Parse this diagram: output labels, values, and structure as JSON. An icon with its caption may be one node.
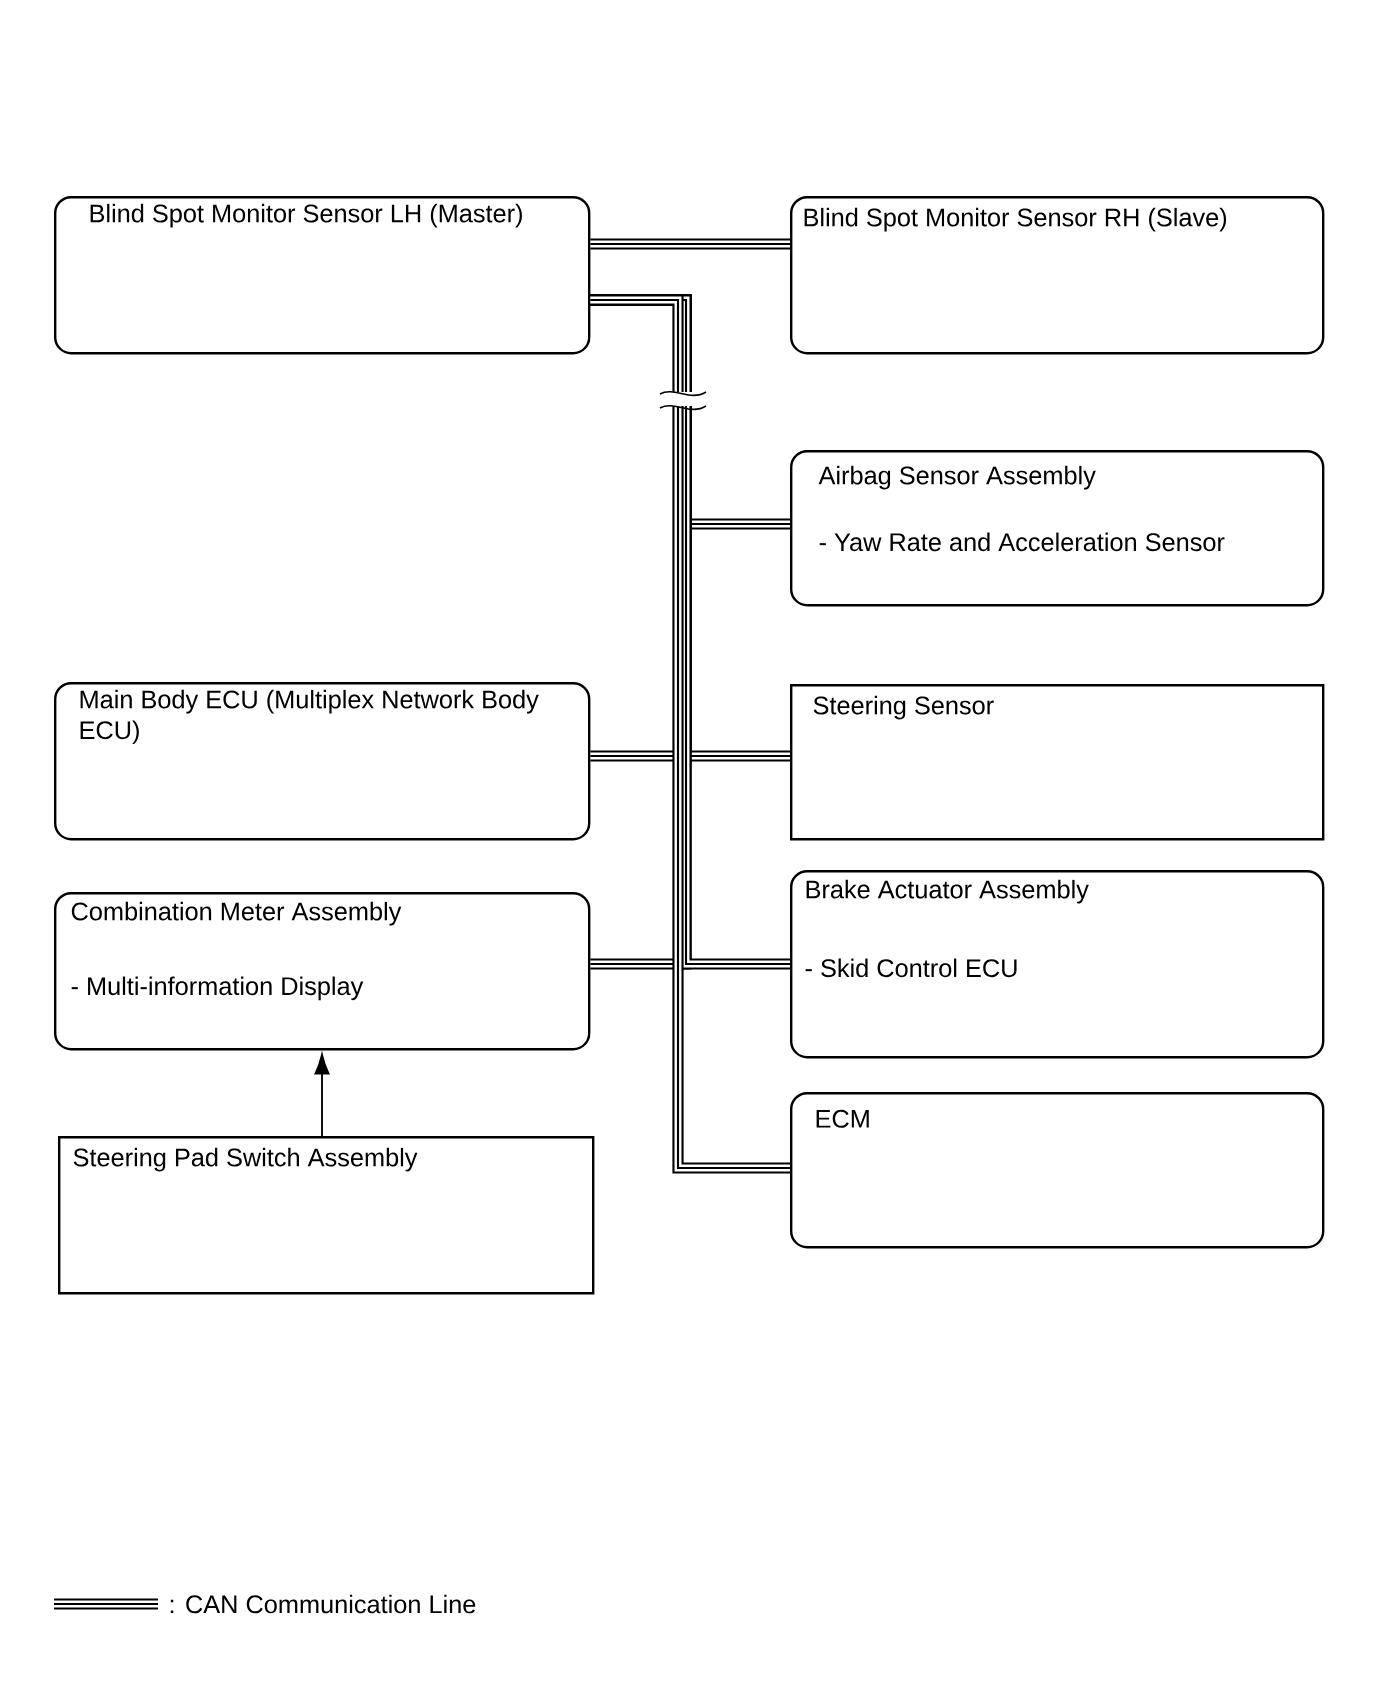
{
  "diagram": {
    "nodes": [
      {
        "text": [
          "Blind Spot Monitor Sensor LH (Master)"
        ]
      },
      {
        "text": [
          "Blind Spot Monitor Sensor RH (Slave)"
        ]
      },
      {
        "text": [
          "Airbag Sensor Assembly",
          "- Yaw Rate and Acceleration Sensor"
        ]
      },
      {
        "text": [
          "Main Body ECU (Multiplex Network Body ECU)"
        ]
      },
      {
        "text": [
          "Steering Sensor"
        ]
      },
      {
        "text": [
          "Combination Meter Assembly",
          "- Multi-information Display"
        ]
      },
      {
        "text": [
          "Brake Actuator Assembly",
          "- Skid Control ECU"
        ]
      },
      {
        "text": [
          "Steering Pad Switch Assembly"
        ]
      },
      {
        "text": [
          "ECM"
        ]
      }
    ],
    "edges": [
      {
        "from": 0,
        "to": 1,
        "arrow": "none"
      },
      {
        "from": 0,
        "to": 2,
        "arrow": "none"
      },
      {
        "from": 0,
        "to": 3,
        "arrow": "none"
      },
      {
        "from": 0,
        "to": 4,
        "arrow": "none"
      },
      {
        "from": 0,
        "to": 5,
        "arrow": "none"
      },
      {
        "from": 0,
        "to": 6,
        "arrow": "none"
      },
      {
        "from": 0,
        "to": 8,
        "arrow": "none"
      },
      {
        "from": 7,
        "to": 5,
        "arrow": "to"
      }
    ],
    "legend": [
      {
        "text": ": CAN Communication Line"
      }
    ]
  }
}
